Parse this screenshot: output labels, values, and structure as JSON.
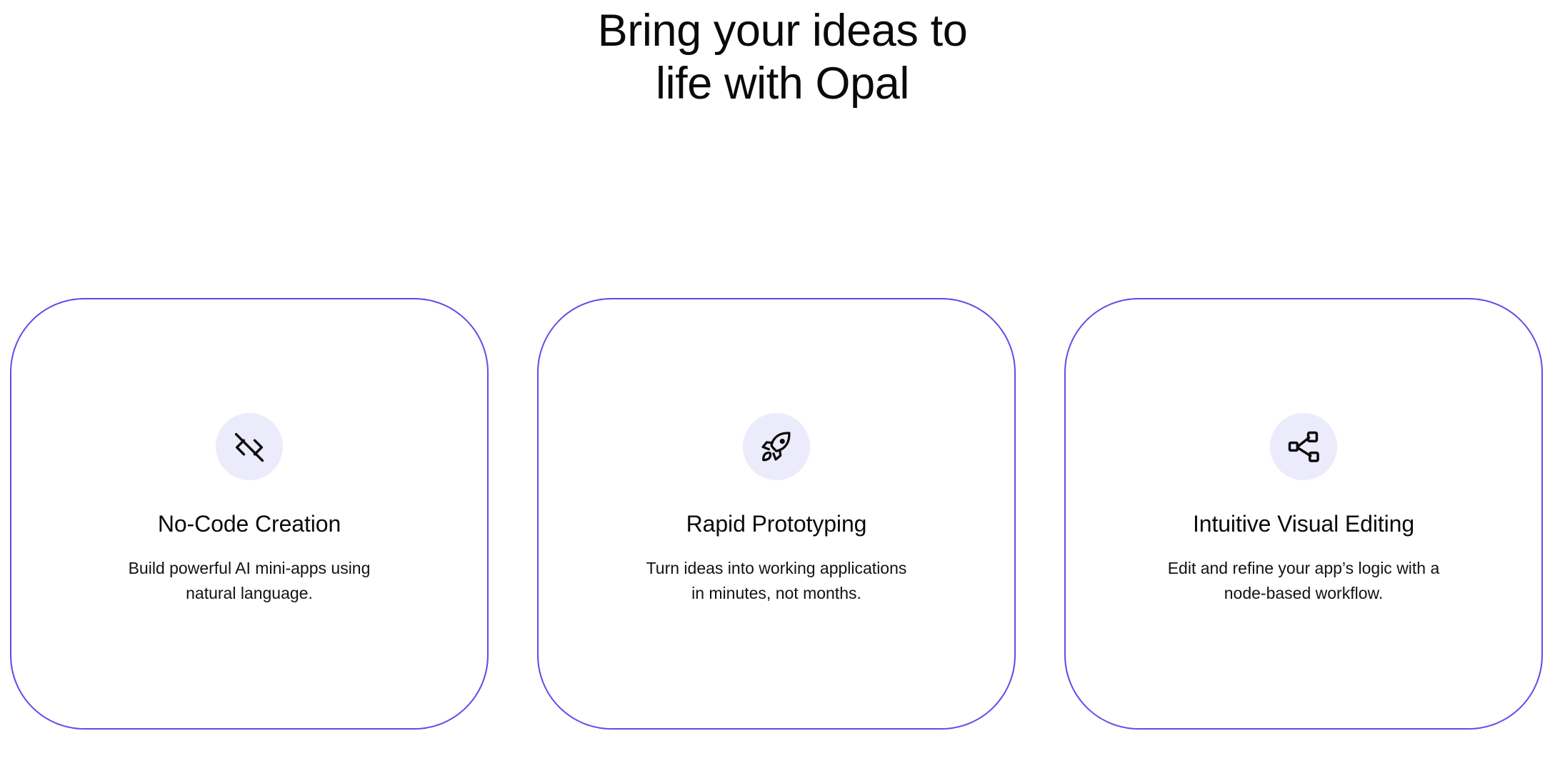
{
  "hero": {
    "title": "Bring your ideas to\nlife with Opal"
  },
  "theme": {
    "background": "#ffffff",
    "card_border": "#5b4fe8",
    "icon_circle_bg": "#ecebfb",
    "icon_stroke": "#0a0a0b",
    "text_primary": "#0a0a0b"
  },
  "cards": [
    {
      "icon": "no-code-brackets-slash-icon",
      "title": "No-Code Creation",
      "description": "Build powerful AI mini-apps using\nnatural language."
    },
    {
      "icon": "rocket-icon",
      "title": "Rapid Prototyping",
      "description": "Turn ideas into working applications\nin minutes, not months."
    },
    {
      "icon": "node-workflow-share-icon",
      "title": "Intuitive Visual Editing",
      "description": "Edit and refine your app’s logic with a\nnode-based workflow."
    }
  ]
}
